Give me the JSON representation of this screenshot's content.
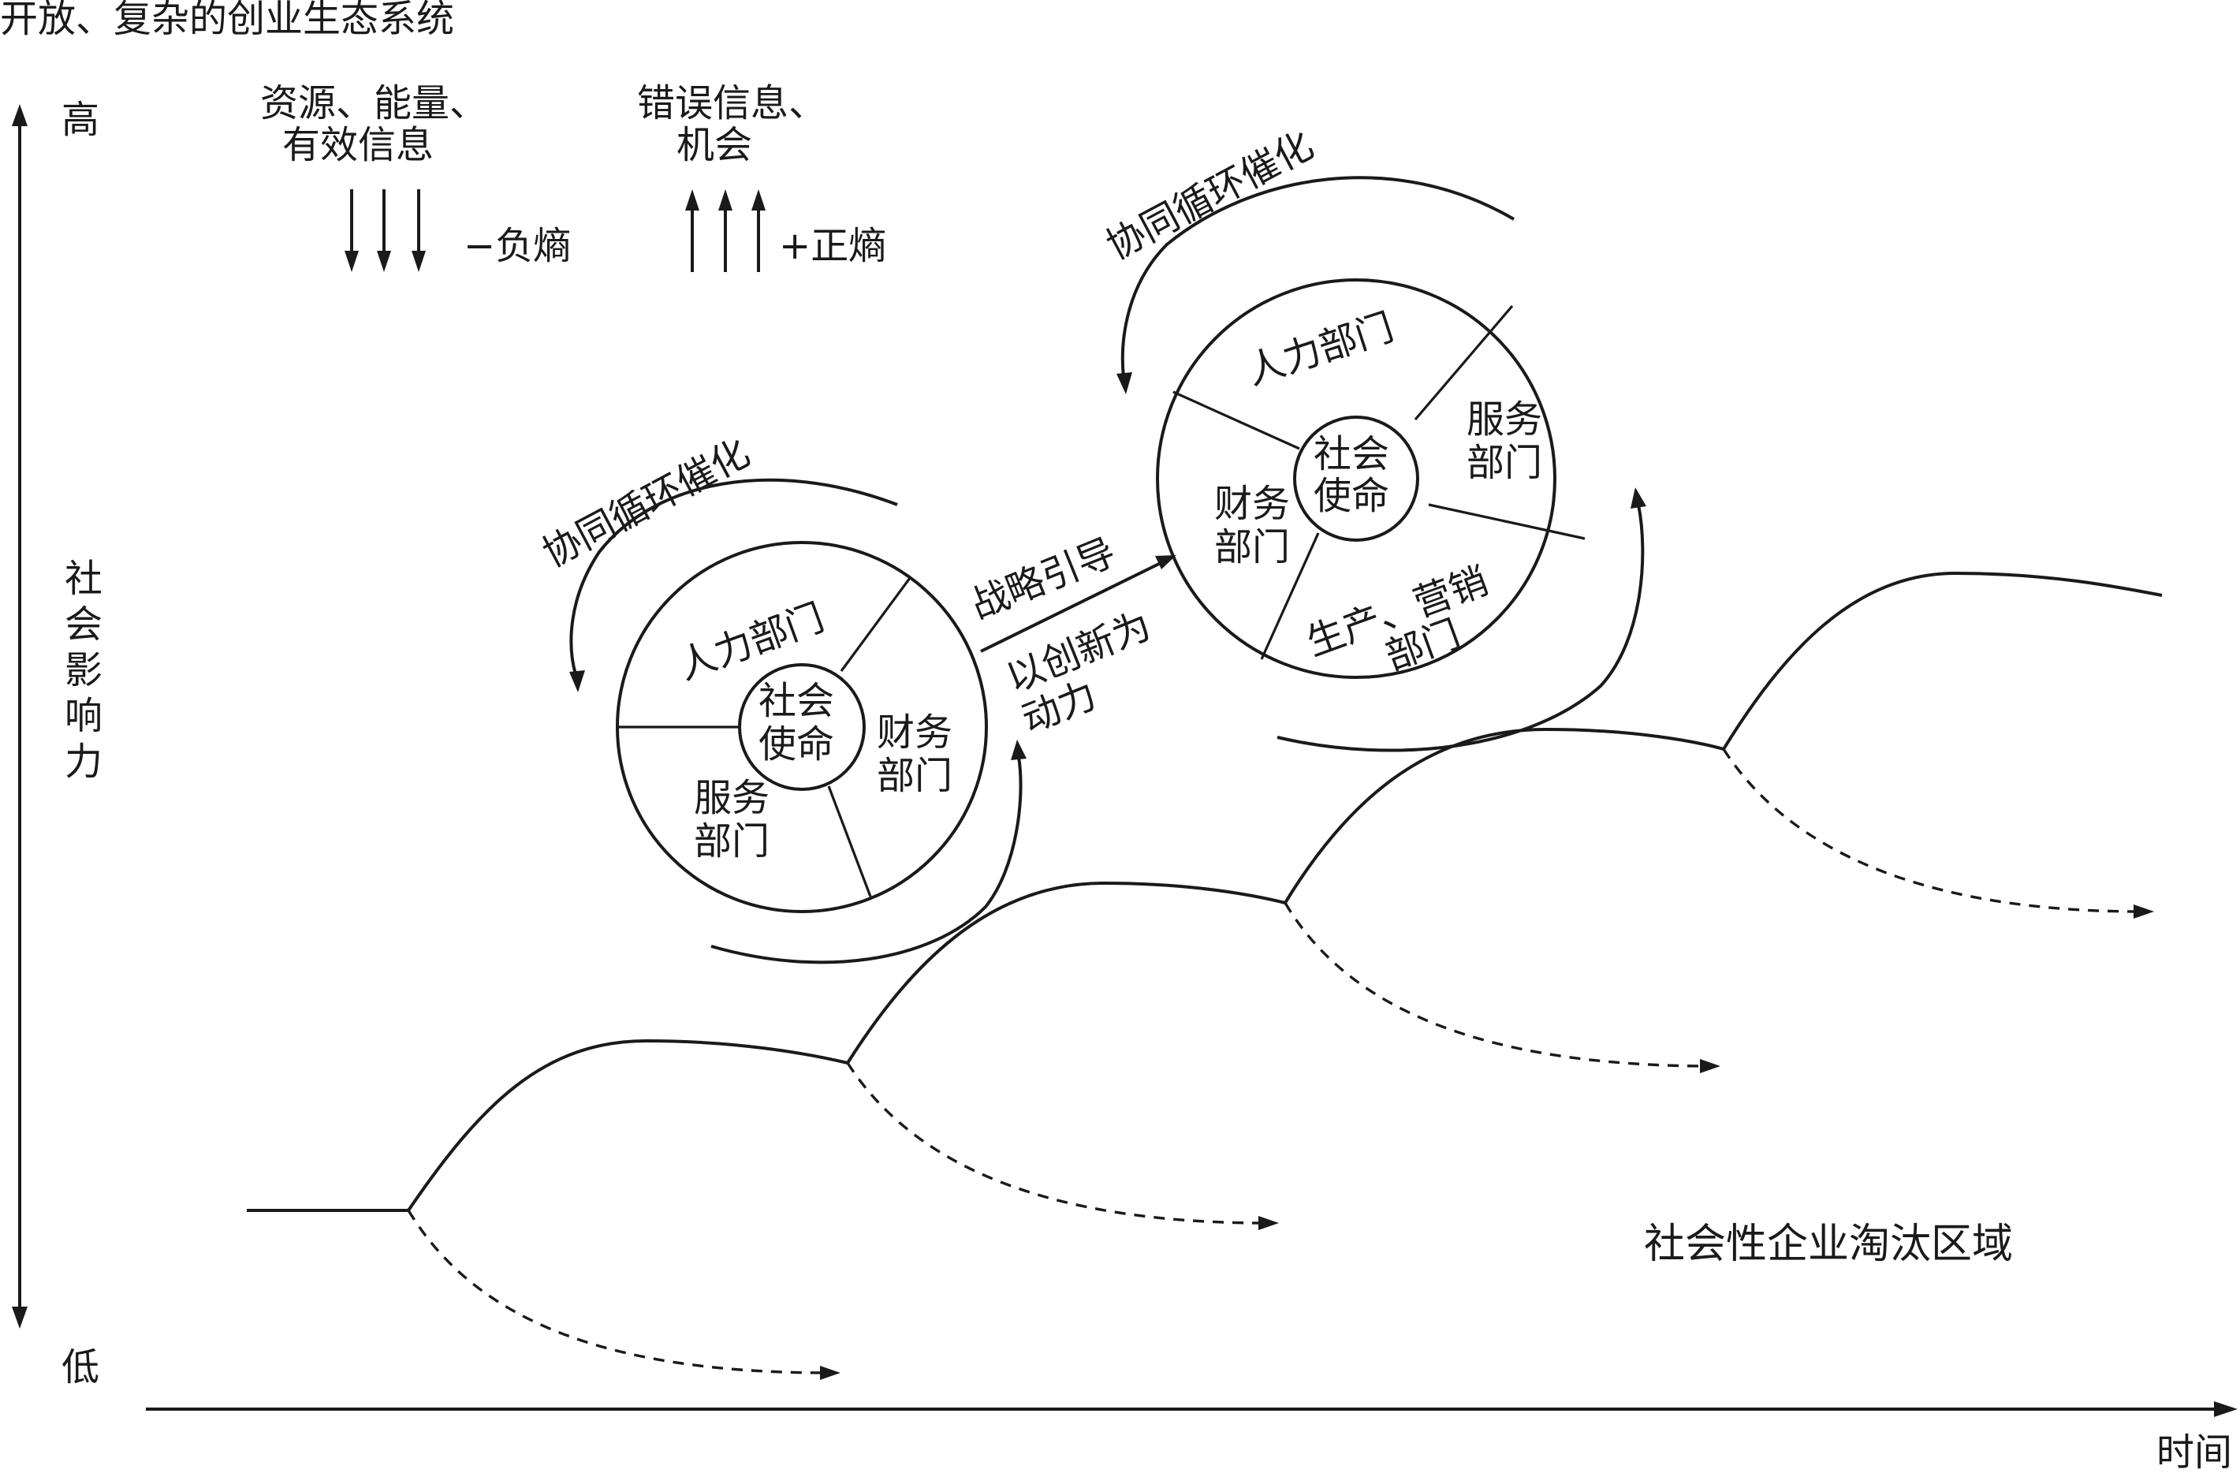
{
  "title": "开放、复杂的创业生态系统",
  "axes": {
    "y_label": "社会影响力",
    "y_high": "高",
    "y_low": "低",
    "x_label": "时间"
  },
  "entropy": {
    "negative_source_line1": "资源、能量、",
    "negative_source_line2": "有效信息",
    "negative_label": "−负熵",
    "positive_source_line1": "错误信息、",
    "positive_source_line2": "机会",
    "positive_label": "+正熵"
  },
  "wheel_small": {
    "center_line1": "社会",
    "center_line2": "使命",
    "seg_hr": "人力部门",
    "seg_finance_line1": "财务",
    "seg_finance_line2": "部门",
    "seg_service_line1": "服务",
    "seg_service_line2": "部门",
    "cycle_label": "协同循环催化"
  },
  "wheel_large": {
    "center_line1": "社会",
    "center_line2": "使命",
    "seg_hr": "人力部门",
    "seg_service_line1": "服务",
    "seg_service_line2": "部门",
    "seg_finance_line1": "财务",
    "seg_finance_line2": "部门",
    "seg_production_line1": "生产、营销",
    "seg_production_line2": "部门",
    "cycle_label": "协同循环催化"
  },
  "transition": {
    "strategy_label": "战略引导",
    "innovation_line1": "以创新为",
    "innovation_line2": "动力"
  },
  "elimination_zone_label": "社会性企业淘汰区域"
}
